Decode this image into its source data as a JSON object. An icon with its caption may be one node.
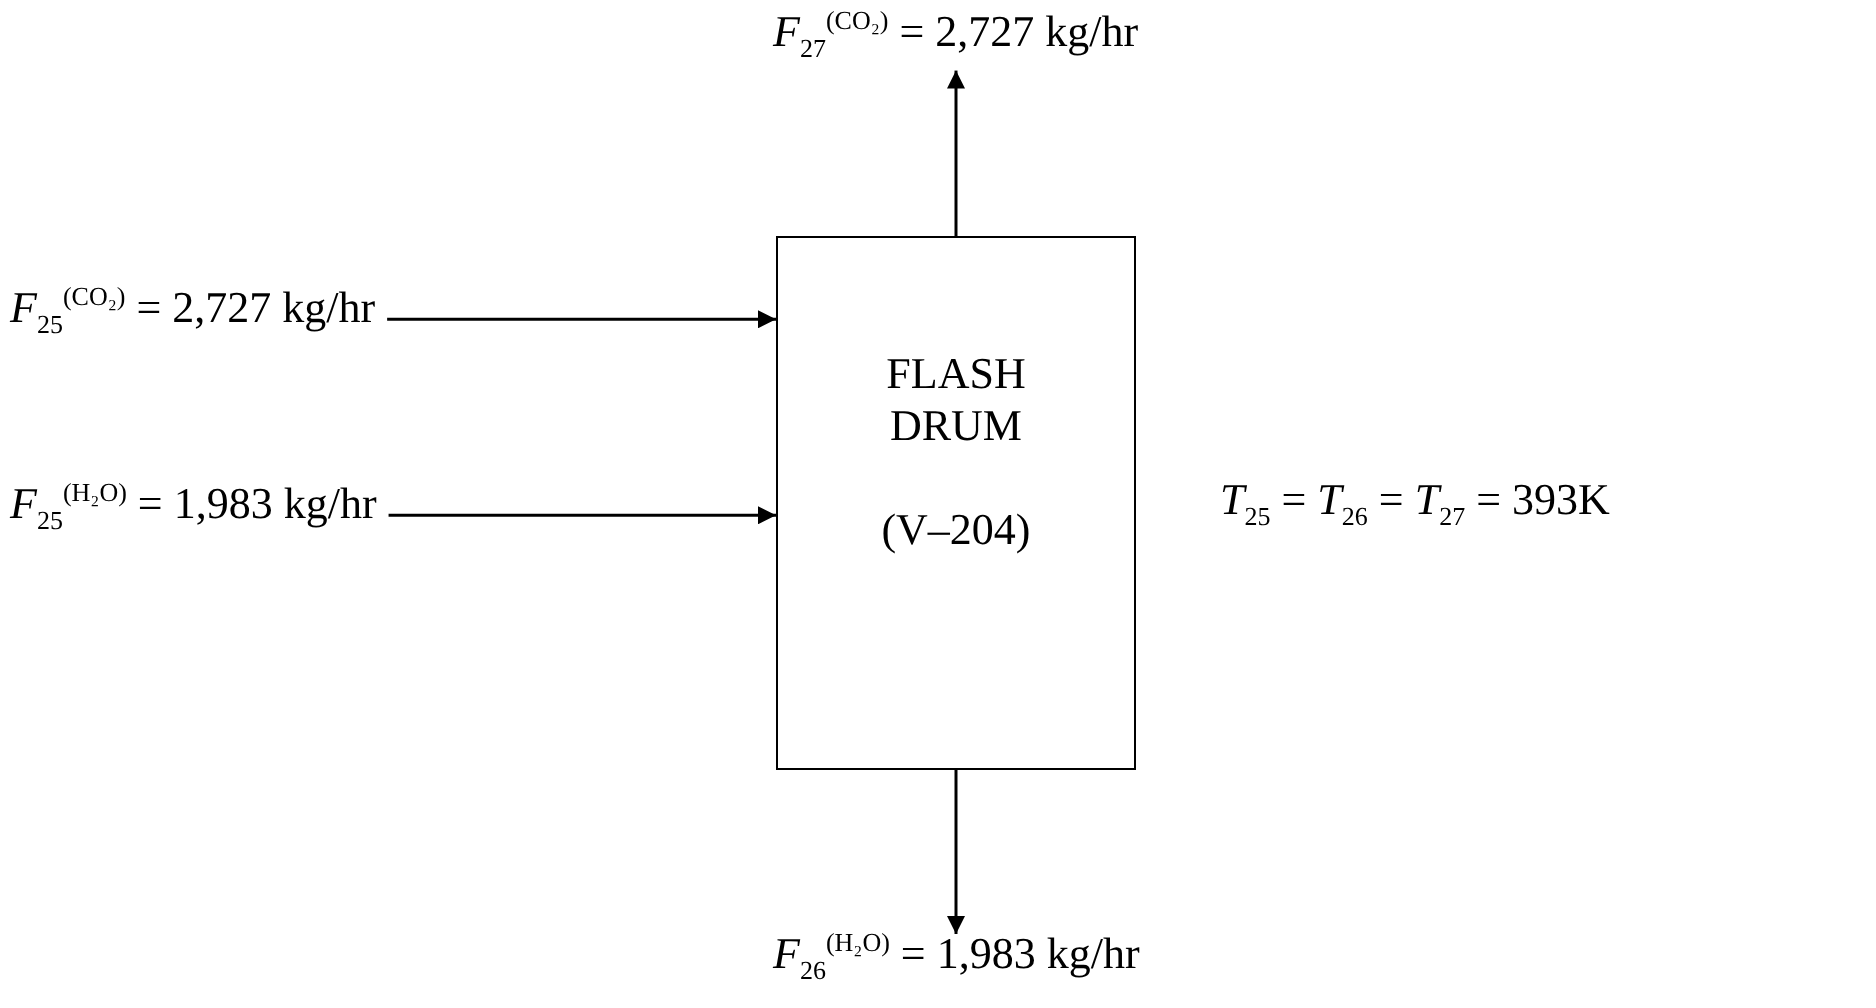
{
  "diagram": {
    "nodes": [
      {
        "text": [
          "*F*$_{27}$$^{(CO₂)}$ = 2,727 kg/hr"
        ]
      },
      {
        "text": [
          "*F*$_{25}$$^{(CO₂)}$ = 2,727 kg/hr"
        ]
      },
      {
        "text": [
          "*F*$_{25}$$^{(H₂O)}$ = 1,983 kg/hr"
        ]
      },
      {
        "text": [
          "FLASH DRUM",
          "(V–204)"
        ]
      },
      {
        "text": [
          "*F*$_{26}$$^{(H₂O)}$ = 1,983 kg/hr"
        ]
      }
    ],
    "edges": [
      {
        "from": 3,
        "to": 0,
        "arrow": "to"
      },
      {
        "from": 1,
        "to": 3,
        "arrow": "to"
      },
      {
        "from": 2,
        "to": 3,
        "arrow": "to"
      },
      {
        "from": 3,
        "to": 4,
        "arrow": "to"
      }
    ],
    "labels": [
      "*T*$_{25}$ = *T*$_{26}$ = *T*$_{27}$ = 393K"
    ]
  }
}
